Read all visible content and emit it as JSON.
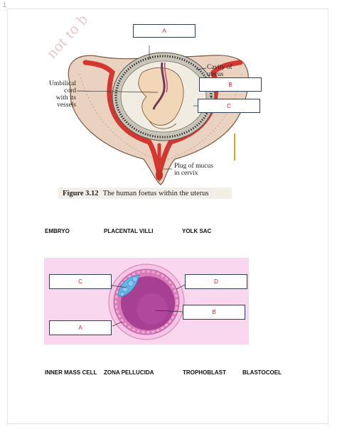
{
  "page": {
    "corner_mark": "1"
  },
  "watermark": "not to b",
  "figure1": {
    "caption_number": "Figure 3.12",
    "caption_text": "The human foetus within the uterus",
    "labels": {
      "cavity": "Cavity of uterus",
      "cavity_line1": "Cavity of",
      "cavity_line2": "uterus",
      "umbilical_line1": "Umbilical",
      "umbilical_line2": "cord",
      "umbilical_line3": "with its",
      "umbilical_line4": "vessels",
      "plug_line1": "Plug of mucus",
      "plug_line2": "in cervix"
    },
    "boxes": {
      "a": "A",
      "b": "B",
      "c": "C"
    }
  },
  "word_bank_1": [
    "EMBRYO",
    "PLACENTAL VILLI",
    "YOLK SAC"
  ],
  "figure2": {
    "boxes": {
      "a": "A",
      "b": "B",
      "c": "C",
      "d": "D"
    }
  },
  "word_bank_2": [
    "INNER MASS CELL",
    "ZONA PELLUCIDA",
    "TROPHOBLAST",
    "BLASTOCOEL"
  ],
  "colors": {
    "uterus_wall": "#e9d2bf",
    "uterus_lining": "#d4372f",
    "placenta": "#c8c4b9",
    "foetus": "#f2d6b8",
    "blastocyst_bg": "#f9d7ef",
    "blastocyst_cavity": "#a73f93",
    "inner_cells": "#63b4e8",
    "box_text": "#d0252b"
  }
}
